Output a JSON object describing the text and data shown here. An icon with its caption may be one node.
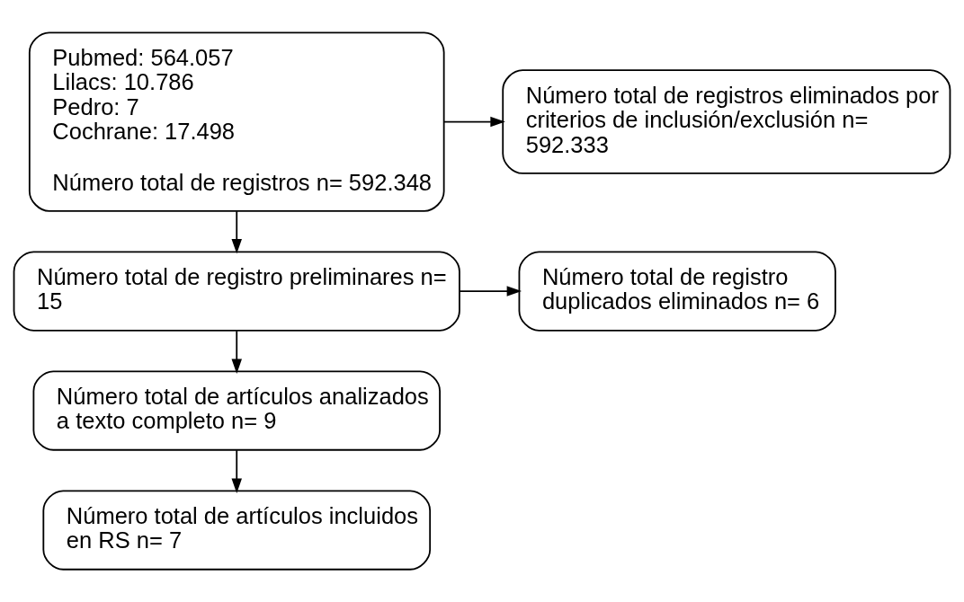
{
  "diagram": {
    "nodes": [
      {
        "text": [
          "Pubmed: 564.057",
          "Lilacs: 10.786",
          "Pedro: 7",
          "Cochrane: 17.498",
          "Número total de registros n= 592.348"
        ]
      },
      {
        "text": [
          "Número total de registros eliminados por criterios de inclusión/exclusión n= 592.333"
        ]
      },
      {
        "text": [
          "Número total de registro preliminares n= 15"
        ]
      },
      {
        "text": [
          "Número total de registro duplicados eliminados n= 6"
        ]
      },
      {
        "text": [
          "Número total de artículos analizados a texto completo n= 9"
        ]
      },
      {
        "text": [
          "Número total de artículos incluidos en RS n= 7"
        ]
      }
    ],
    "edges": [
      {
        "from": 0,
        "to": 1,
        "arrow": "to"
      },
      {
        "from": 0,
        "to": 2,
        "arrow": "to"
      },
      {
        "from": 2,
        "to": 3,
        "arrow": "to"
      },
      {
        "from": 2,
        "to": 4,
        "arrow": "to"
      },
      {
        "from": 4,
        "to": 5,
        "arrow": "to"
      }
    ]
  }
}
